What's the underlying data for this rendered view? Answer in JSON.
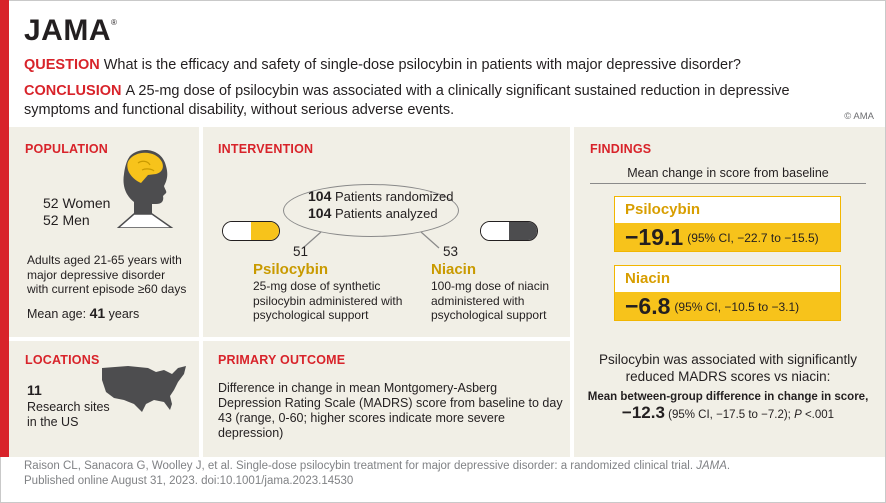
{
  "header": {
    "logo": "JAMA",
    "logo_mark": "®",
    "question_label": "QUESTION",
    "question_text": "What is the efficacy and safety of single-dose psilocybin in patients with major depressive disorder?",
    "conclusion_label": "CONCLUSION",
    "conclusion_text": "A 25-mg dose of psilocybin was associated with a clinically significant sustained reduction in depressive symptoms and functional disability, without serious adverse events.",
    "copyright": "© AMA"
  },
  "population": {
    "title": "POPULATION",
    "women_count": "52",
    "women_label": "Women",
    "men_count": "52",
    "men_label": "Men",
    "description": "Adults aged 21-65 years with major depressive disorder with current episode ≥60 days",
    "mean_age_label": "Mean age:",
    "mean_age_value": "41",
    "mean_age_unit": "years",
    "icon": "head-profile-icon"
  },
  "locations": {
    "title": "LOCATIONS",
    "count": "11",
    "description": "Research sites in the US",
    "icon": "us-map-icon"
  },
  "intervention": {
    "title": "INTERVENTION",
    "randomized_count": "104",
    "randomized_label": "Patients randomized",
    "analyzed_count": "104",
    "analyzed_label": "Patients analyzed",
    "groups": [
      {
        "n": "51",
        "name": "Psilocybin",
        "description": "25-mg dose of synthetic psilocybin administered with psychological support",
        "icon": "yellow-capsule-icon"
      },
      {
        "n": "53",
        "name": "Niacin",
        "description": "100-mg dose of niacin administered with psychological support",
        "icon": "gray-capsule-icon"
      }
    ]
  },
  "primary_outcome": {
    "title": "PRIMARY OUTCOME",
    "text": "Difference in change in mean Montgomery-Asberg Depression Rating Scale (MADRS) score from baseline to day 43 (range, 0-60; higher scores indicate more severe depression)"
  },
  "findings": {
    "title": "FINDINGS",
    "subtitle": "Mean change in score from baseline",
    "results": [
      {
        "name": "Psilocybin",
        "value": "−19.1",
        "ci": "(95% CI, −22.7 to −15.5)"
      },
      {
        "name": "Niacin",
        "value": "−6.8",
        "ci": "(95% CI, −10.5 to −3.1)"
      }
    ],
    "summary": "Psilocybin was associated with significantly reduced MADRS scores vs niacin:",
    "diff_label": "Mean between-group difference in change in score,",
    "diff_value": "−12.3",
    "diff_ci": "(95% CI, −17.5 to −7.2);",
    "p_label": "P",
    "p_value": "<.001"
  },
  "citation": {
    "text": "Raison CL, Sanacora G, Woolley J, et al. Single-dose psilocybin treatment for major depressive disorder: a randomized clinical trial.",
    "journal": "JAMA",
    "published": "Published online August 31, 2023. doi:10.1001/jama.2023.14530"
  },
  "colors": {
    "accent_red": "#d8232a",
    "accent_yellow": "#f7c31b",
    "panel_bg": "#f1efe6",
    "icon_gray": "#4d4d4f"
  }
}
